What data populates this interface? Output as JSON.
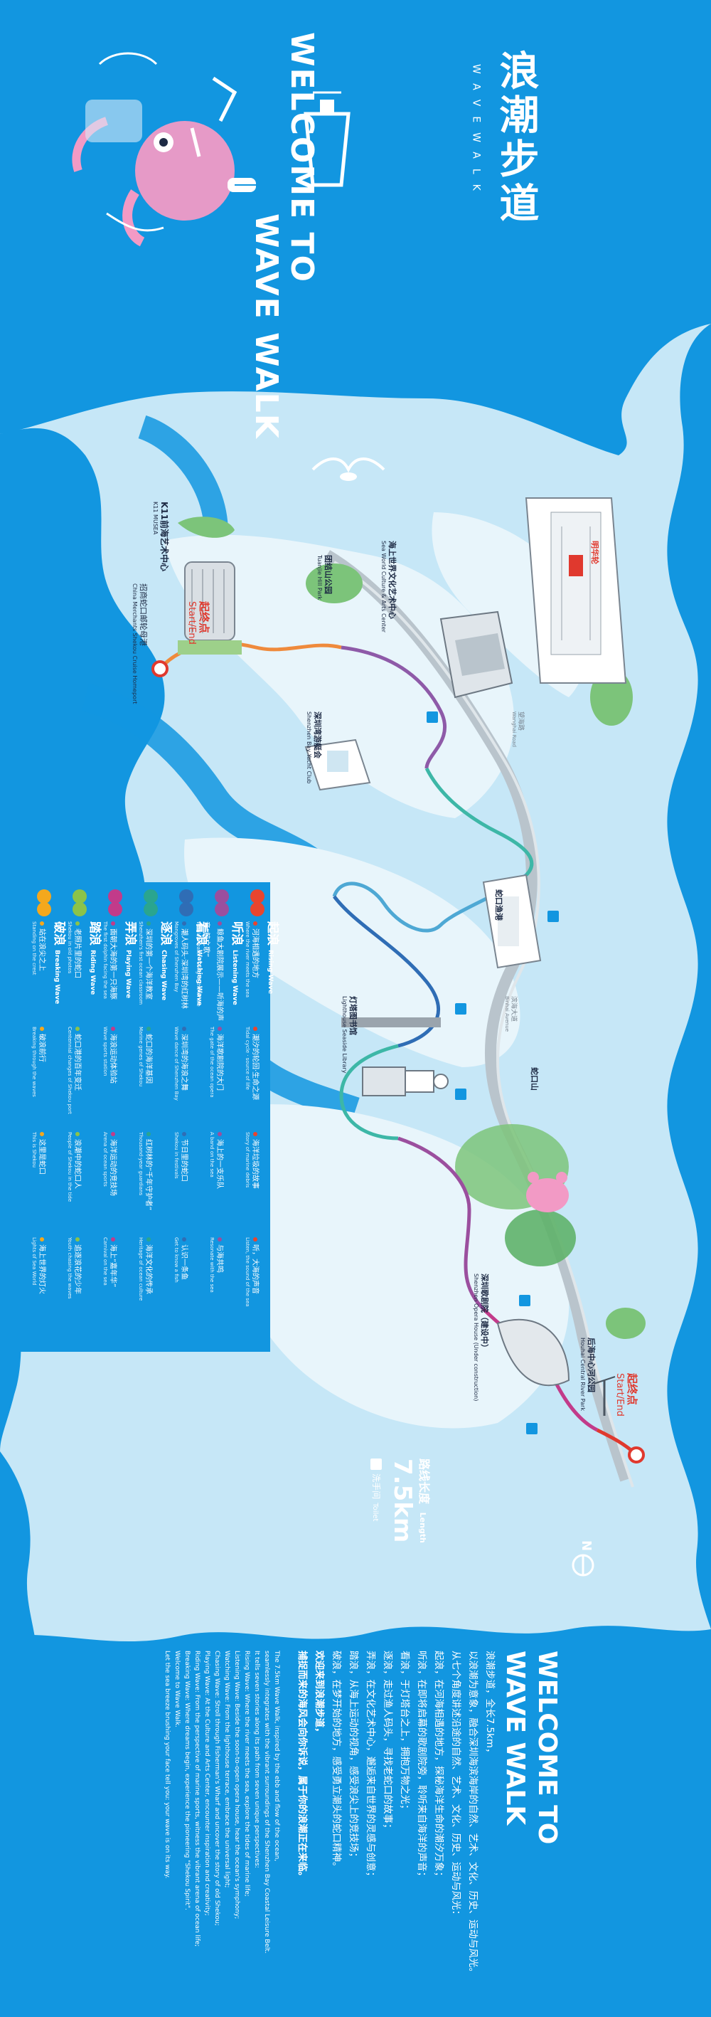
{
  "header": {
    "logo_zh": "浪潮步道",
    "logo_en": "WAVEWALK",
    "welcome_line1": "WELCOME TO",
    "welcome_line2": "WAVE WALK"
  },
  "map": {
    "start_end_zh_left": "起终点",
    "start_end_en_left": "Start/End",
    "start_end_zh_right": "起终点",
    "start_end_en_right": "Start/End",
    "places": {
      "k11_zh": "K11前海艺术中心",
      "k11_en": "K11 MUSEA",
      "tuanjie_zh": "团结山公园",
      "tuanjie_en": "Tuanjie Hill Park",
      "sea_world_zh": "海上世界文化艺术中心",
      "sea_world_en": "Sea World Culture & Arts Center",
      "ship_zh": "明华轮",
      "ferry_zh": "深圳湾游艇会",
      "ferry_en": "Shenzhen Bay Yacht Club",
      "nanshan_zh": "蛇口山",
      "lighthouse_zh": "灯塔图书馆",
      "lighthouse_en": "Lighthouse Seaside Library",
      "opera_zh": "深圳歌剧院（建设中）",
      "opera_en": "Shenzhen Opera House (Under construction)",
      "center_park_zh": "后海中心河公园",
      "center_park_en": "Houhai Central River Park",
      "marina_zh": "蛇口渔港",
      "port_zh": "招商蛇口邮轮母港",
      "port_en": "China Merchants Shekou Cruise Homeport",
      "road_a": "望海路",
      "road_b": "Wanghai Road",
      "road_c": "滨海大道",
      "road_d": "Binhai Avenue"
    },
    "length": {
      "label_zh": "路线长度",
      "label_en": "Length",
      "value": "7.5km",
      "toilet_zh": "洗手间",
      "toilet_en": "Toilet"
    },
    "compass": "N"
  },
  "legend": {
    "sections": [
      {
        "title_zh": "起浪",
        "title_en": "Rising Wave",
        "color": "#e8452e",
        "items": [
          {
            "zh": "河海相遇的地方",
            "en": "Where the river meets the sea"
          },
          {
            "zh": "潮汐的轮回·生命之源",
            "en": "Tidal cycle · source of life"
          },
          {
            "zh": "海洋垃圾的故事",
            "en": "Story of marine debris"
          },
          {
            "zh": "听，大海的声音",
            "en": "Listen, the sound of the sea"
          }
        ]
      },
      {
        "title_zh": "听浪",
        "title_en": "Listening Wave",
        "color": "#9b4f9e",
        "items": [
          {
            "zh": "鲸鱼大剧院展示——听海的声音“鲸之歌”",
            "en": "Whale theater · Song of the whale"
          },
          {
            "zh": "海洋歌剧院的大门",
            "en": "The gate of the ocean opera"
          },
          {
            "zh": "海上的一支乐队",
            "en": "A band on the sea"
          },
          {
            "zh": "与海共鸣",
            "en": "Resonate with the sea"
          }
        ]
      },
      {
        "title_zh": "看浪",
        "title_en": "Watching Wave",
        "color": "#2f6db5",
        "items": [
          {
            "zh": "潮人码头·深圳湾的红树林",
            "en": "Mangroves of Shenzhen Bay"
          },
          {
            "zh": "深圳湾的海浪之舞",
            "en": "Wave dance of Shenzhen Bay"
          },
          {
            "zh": "节日里的蛇口",
            "en": "Shekou in festivals"
          },
          {
            "zh": "认识一条鱼",
            "en": "Get to know a fish"
          }
        ]
      },
      {
        "title_zh": "逐浪",
        "title_en": "Chasing Wave",
        "color": "#2aa58f",
        "items": [
          {
            "zh": "深圳的第一个海洋教室",
            "en": "Shenzhen's first ocean classroom"
          },
          {
            "zh": "蛇口的海洋基因",
            "en": "Marine genes of Shekou"
          },
          {
            "zh": "红树林的“千年守护者”",
            "en": "Thousand-year guardians"
          },
          {
            "zh": "海洋文化的传承",
            "en": "Heritage of ocean culture"
          }
        ]
      },
      {
        "title_zh": "弄浪",
        "title_en": "Playing Wave",
        "color": "#c23b8a",
        "items": [
          {
            "zh": "面朝大海的第一只海豚",
            "en": "The first dolphin facing the sea"
          },
          {
            "zh": "海浪运动体验站",
            "en": "Wave sports station"
          },
          {
            "zh": "海洋运动的竞技场",
            "en": "Arena of ocean sports"
          },
          {
            "zh": "海上“嘉年华”",
            "en": "Carnival on the sea"
          }
        ]
      },
      {
        "title_zh": "踏浪",
        "title_en": "Riding Wave",
        "color": "#8bc34a",
        "items": [
          {
            "zh": "老照片里的蛇口",
            "en": "Shekou in old photos"
          },
          {
            "zh": "蛇口港的百年变迁",
            "en": "Centennial changes of Shekou port"
          },
          {
            "zh": "浪潮中的蛇口人",
            "en": "People of Shekou in the tide"
          },
          {
            "zh": "追逐浪花的少年",
            "en": "Youth chasing the waves"
          }
        ]
      },
      {
        "title_zh": "破浪",
        "title_en": "Breaking Wave",
        "color": "#f4a81d",
        "items": [
          {
            "zh": "站在浪尖之上",
            "en": "Standing on the crest"
          },
          {
            "zh": "破浪前行",
            "en": "Breaking through the waves"
          },
          {
            "zh": "这里是蛇口",
            "en": "This is Shekou"
          },
          {
            "zh": "海上世界的灯火",
            "en": "Lights of Sea World"
          }
        ]
      }
    ]
  },
  "intro": {
    "title_line1": "WELCOME TO",
    "title_line2": "WAVE WALK",
    "zh_paragraphs": [
      "浪潮步道，全长7.5km，",
      "以浪潮为意象，融合深圳海滨海岸的自然、艺术、文化、历史、运动与风光。",
      "从七个角度讲述沿途的自然、艺术、文化、历史、运动与风光：",
      "起浪，在河海相遇的地方，探秘海洋生命的潮汐万象；",
      "听浪，在即将启幕的歌剧院旁，聆听来自海洋的声音；",
      "看浪，于灯塔台之上，拥抱万物之光；",
      "逐浪，走过渔人码头，寻找老蛇口的故事；",
      "弄浪，在文化艺术中心，邂逅来自世界的灵感与创意；",
      "踏浪，从海上运动的视角，感受浪尖上的竞技场；",
      "破浪，在梦开始的地方，感受勇立潮头的蛇口精神。",
      "欢迎来到浪潮步道，",
      "捕捉而来的海风会向你诉说，属于你的浪潮正在来临。"
    ],
    "en_paragraphs": [
      "The 7.5km Wave Walk, inspired by the ebb and flow of the ocean,",
      "seamlessly integrates with the vibrant surroundings of the Shenzhen Bay Coastal Leisure Belt.",
      "It tells seven stories along its path from seven unique perspectives:",
      "Rising Wave: Where the river meets the sea, explore the tides of marine life;",
      "Listening Wave: Beside the soon-to-open opera house, hear the ocean's symphony;",
      "Watching Wave: From the lighthouse terrace, embrace the universal light;",
      "Chasing Wave: Stroll through Fisherman's Wharf and uncover the story of old Shekou;",
      "Playing Wave: At the Culture and Arts Center, encounter inspiration and creativity;",
      "Riding Wave: From the perspective of marine sports, witness the vibrant arena of ocean life;",
      "Breaking Wave: Where dreams begin, experience the pioneering \"Shekou Spirit\".",
      "Welcome to Wave Walk.",
      "Let the sea breeze brushing your face tell you: your wave is on its way."
    ]
  },
  "colors": {
    "primary_blue": "#1296e0",
    "light_blue": "#c6e7f7",
    "deep_blue": "#0f86d4",
    "pink": "#f29ac5",
    "route_orange": "#ef8a3c",
    "route_red": "#e0392e",
    "route_teal": "#3db7a7",
    "route_purple": "#8e5aa8",
    "land_green": "#7cc47a"
  },
  "icons": [
    "crab-icon",
    "gull-icon",
    "lighthouse-icon",
    "toilet-icon",
    "compass-icon",
    "cruise-ship-icon",
    "tree-icon"
  ]
}
